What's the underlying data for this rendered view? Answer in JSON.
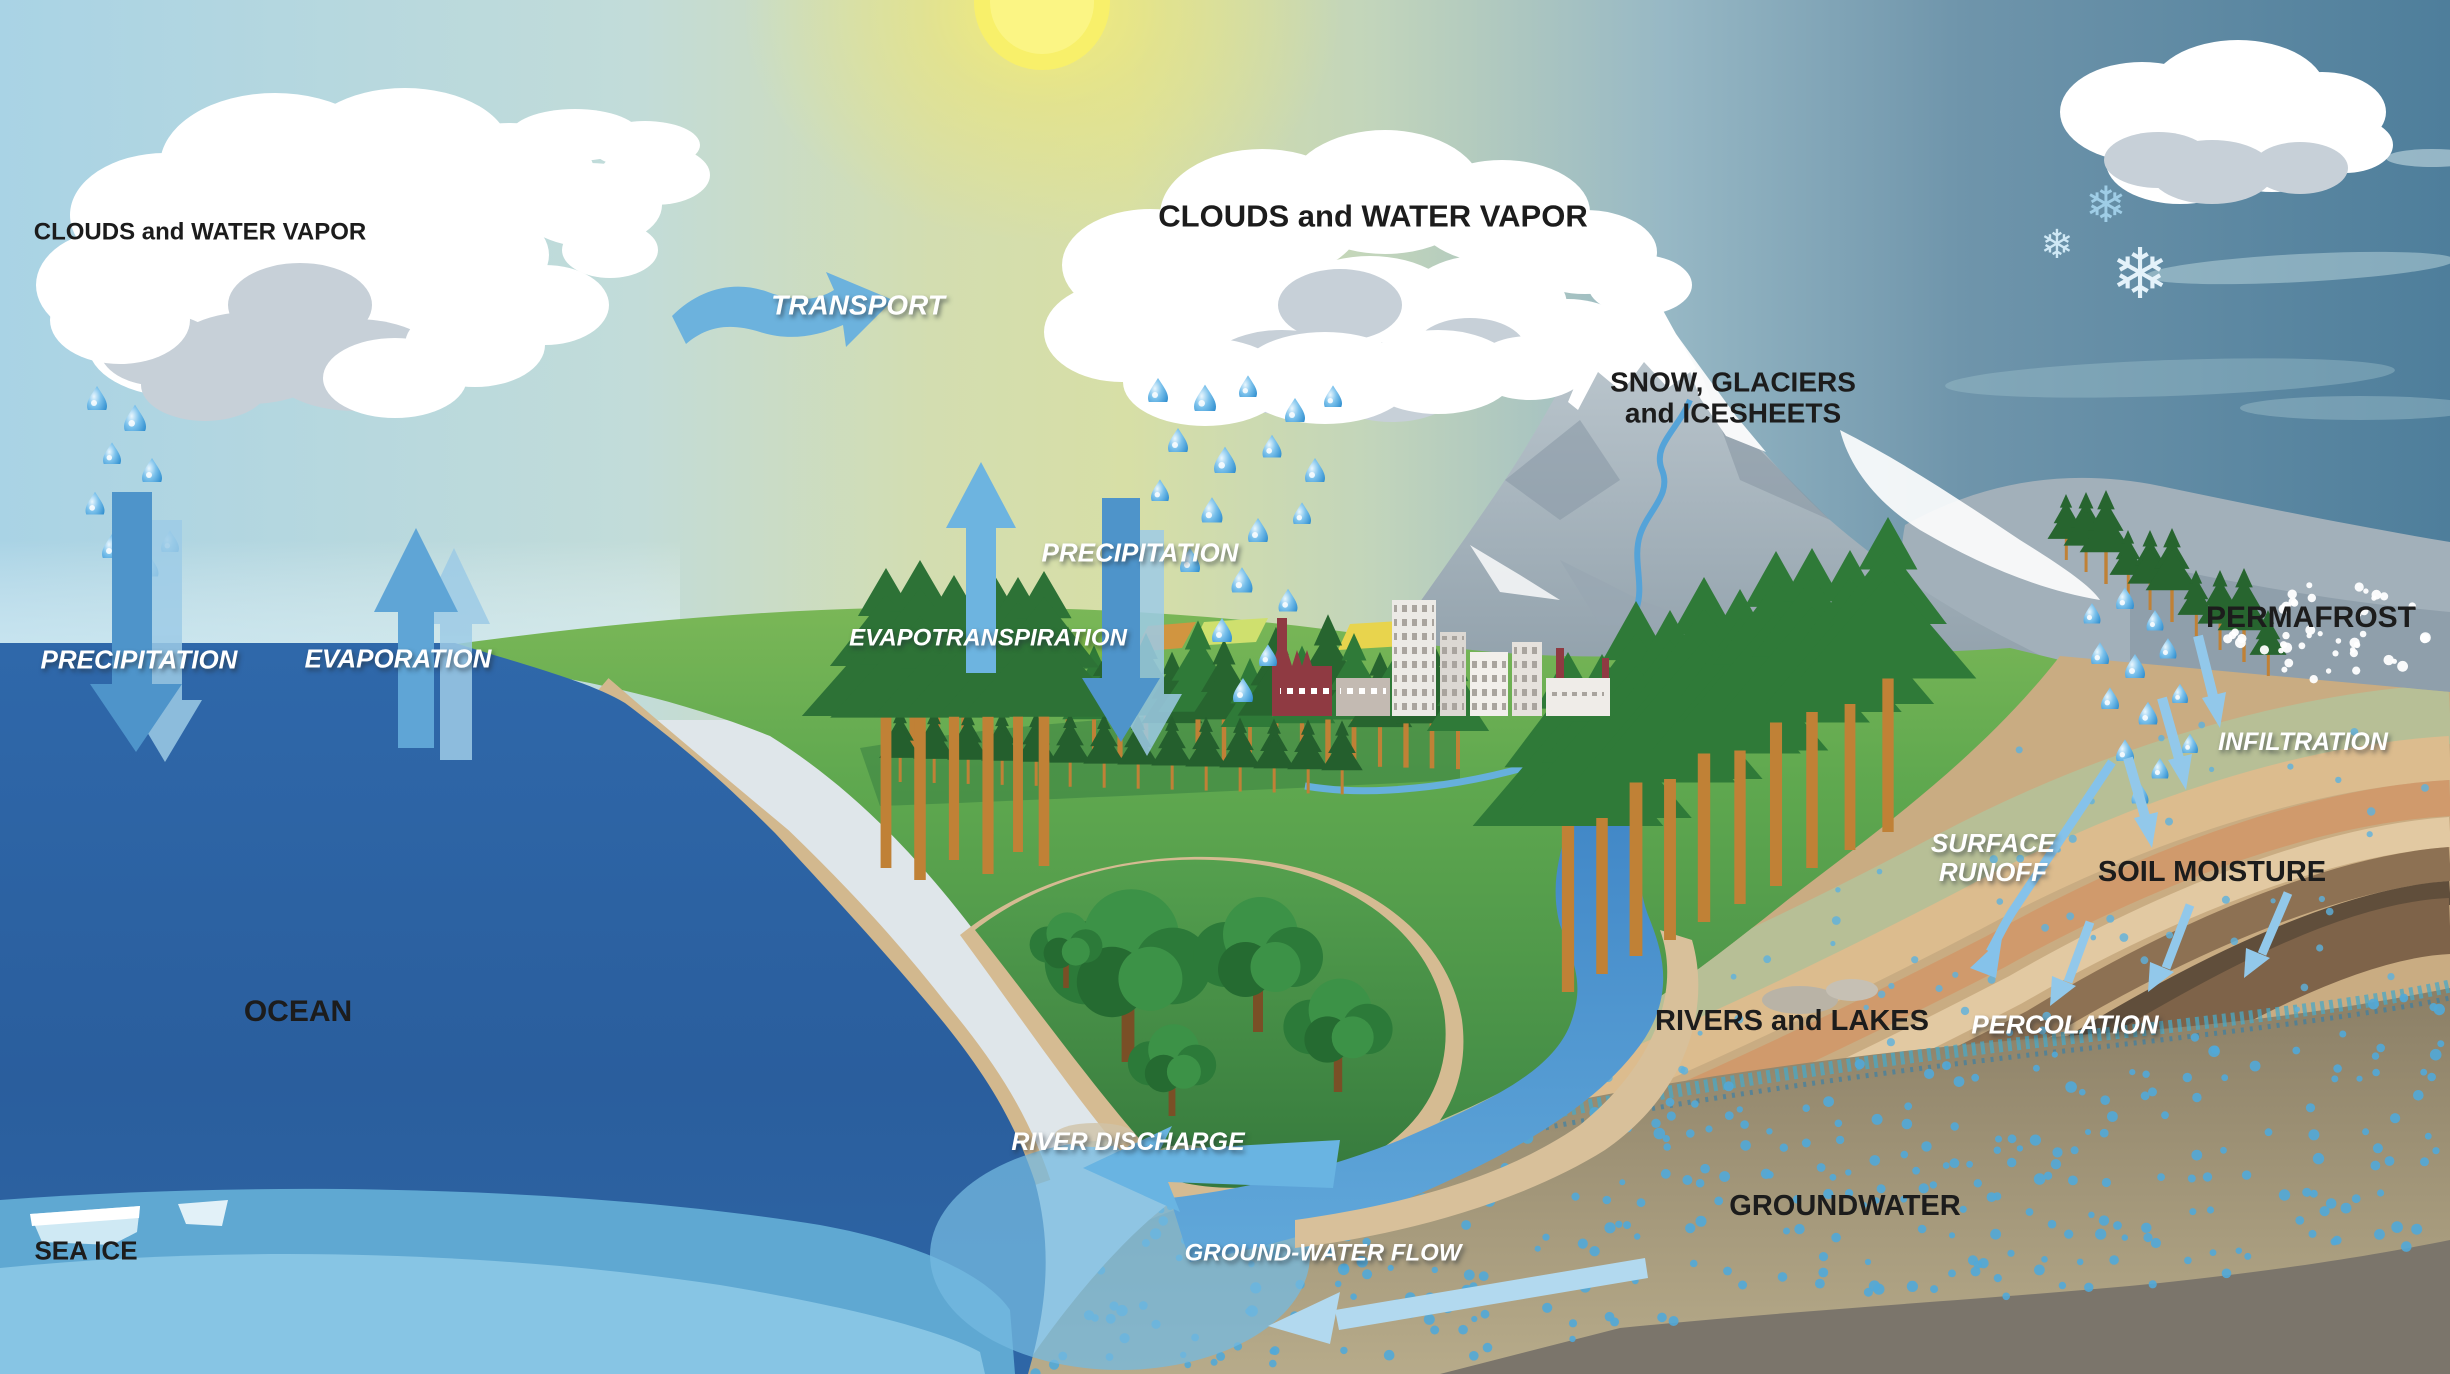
{
  "meta": {
    "title": "The Water Cycle",
    "type": "illustrated-diagram"
  },
  "labels": {
    "clouds_left": "CLOUDS and WATER VAPOR",
    "clouds_center": "CLOUDS and WATER VAPOR",
    "transport": "TRANSPORT",
    "precipitation_left": "PRECIPITATION",
    "evaporation": "EVAPORATION",
    "evapotranspiration": "EVAPOTRANSPIRATION",
    "precipitation_center": "PRECIPITATION",
    "snow_glaciers_line1": "SNOW, GLACIERS",
    "snow_glaciers_line2": "and ICESHEETS",
    "permafrost": "PERMAFROST",
    "infiltration": "INFILTRATION",
    "surface_runoff_line1": "SURFACE",
    "surface_runoff_line2": "RUNOFF",
    "soil_moisture": "SOIL MOISTURE",
    "ocean": "OCEAN",
    "rivers_lakes": "RIVERS and LAKES",
    "percolation": "PERCOLATION",
    "river_discharge": "RIVER DISCHARGE",
    "groundwater": "GROUNDWATER",
    "groundwater_flow": "GROUND-WATER FLOW",
    "sea_ice": "SEA ICE"
  },
  "icons": {
    "snowflake_glyph": "❄"
  },
  "colors": {
    "sky_left_blue": "#a9d3e5",
    "sky_sun_haze": "#d7dfa6",
    "sky_right_steel": "#4e7e9b",
    "sun_yellow": "#f8f06a",
    "ocean_deep": "#2a5e9d",
    "ocean_shallow": "#8cc8e6",
    "land_green": "#5fa84f",
    "forest_green": "#2f7a38",
    "mountain_gray": "#9fadb8",
    "snow_white": "#ffffff",
    "soil_tan": "#c9ac82",
    "groundwater_khaki": "#b3a685",
    "bedrock_gray": "#7b756b",
    "water_dot_blue": "#51a8d8",
    "arrow_blue": "#5fa5d6",
    "label_dark": "#1c1c1c",
    "label_light": "#ffffff"
  }
}
